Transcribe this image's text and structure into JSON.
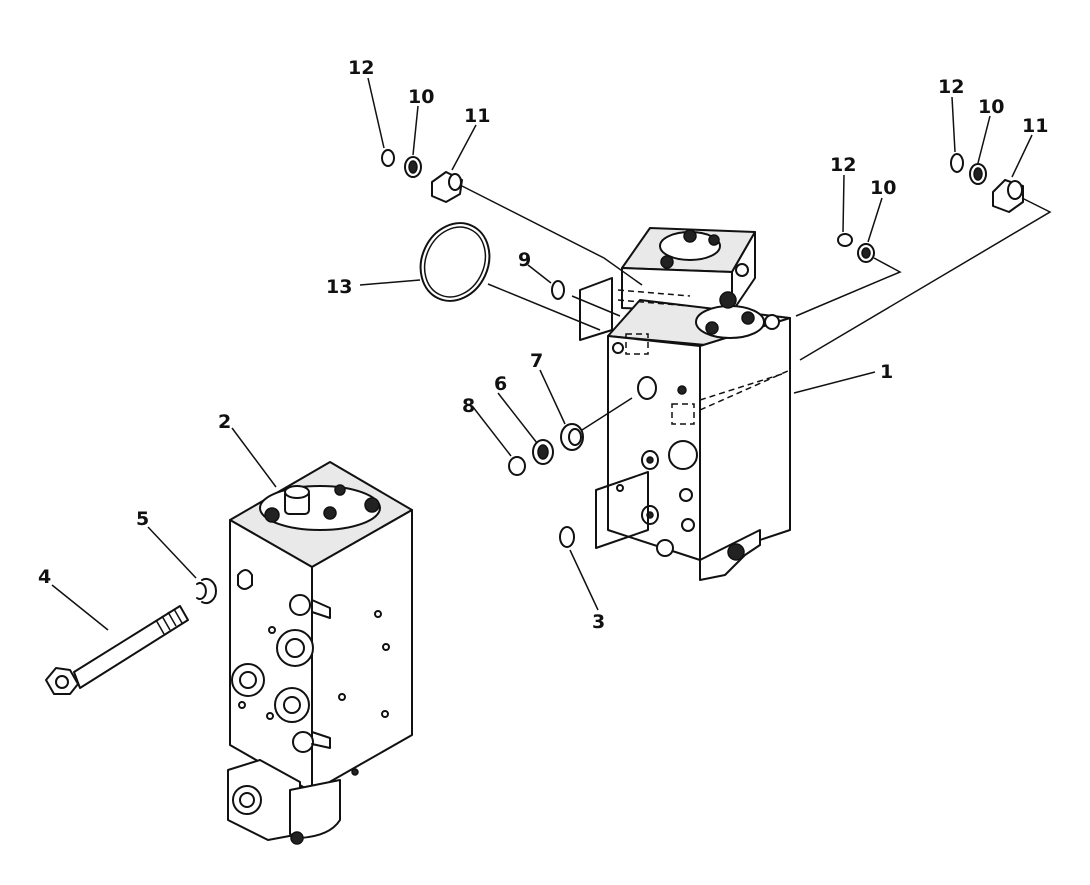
{
  "diagram": {
    "type": "exploded parts diagram",
    "callouts": {
      "c1": "1",
      "c2": "2",
      "c3": "3",
      "c4": "4",
      "c5": "5",
      "c6": "6",
      "c7": "7",
      "c8": "8",
      "c9": "9",
      "c10a": "10",
      "c10b": "10",
      "c10c": "10",
      "c11a": "11",
      "c11b": "11",
      "c12a": "12",
      "c12b": "12",
      "c12c": "12",
      "c13": "13"
    }
  }
}
